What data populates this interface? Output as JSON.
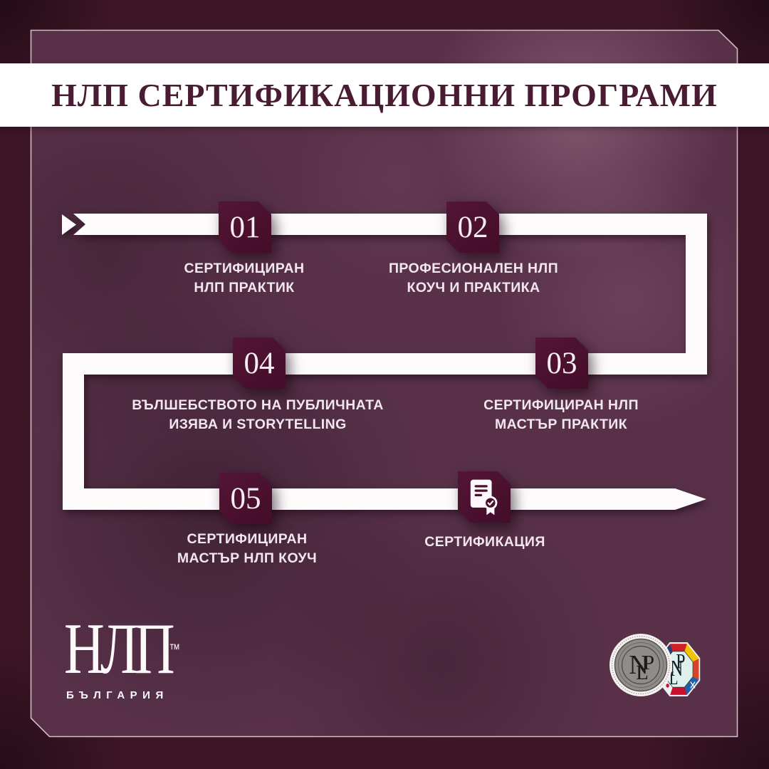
{
  "title": "НЛП СЕРТИФИКАЦИОННИ ПРОГРАМИ",
  "steps": [
    {
      "number": "01",
      "line1": "СЕРТИФИЦИРАН",
      "line2": "НЛП ПРАКТИК"
    },
    {
      "number": "02",
      "line1": "ПРОФЕСИОНАЛЕН НЛП",
      "line2": "КОУЧ И ПРАКТИКА"
    },
    {
      "number": "03",
      "line1": "СЕРТИФИЦИРАН НЛП",
      "line2": "МАСТЪР ПРАКТИК"
    },
    {
      "number": "04",
      "line1": "ВЪЛШЕБСТВОТО НА ПУБЛИЧНАТА",
      "line2": "ИЗЯВА И STORYTELLING"
    },
    {
      "number": "05",
      "line1": "СЕРТИФИЦИРАН",
      "line2": "МАСТЪР НЛП КОУЧ"
    },
    {
      "icon": "certificate-icon",
      "line1": "СЕРТИФИКАЦИЯ"
    }
  ],
  "logo": {
    "text": "НЛП",
    "tm": "™",
    "country": "БЪЛГАРИЯ"
  },
  "badges": {
    "seal_monogram_n": "N",
    "seal_monogram_l": "L",
    "seal_monogram_p": "P",
    "flags_monogram_n": "N",
    "flags_monogram_l": "L",
    "flags_monogram_p": "P"
  },
  "colors": {
    "background": "#3c1526",
    "panel": "#583149",
    "band": "#ffffff",
    "title_text": "#4a1c33",
    "ribbon": "#ffffff",
    "marker": "#4b0f2d",
    "label_text": "#f2e7ee"
  }
}
